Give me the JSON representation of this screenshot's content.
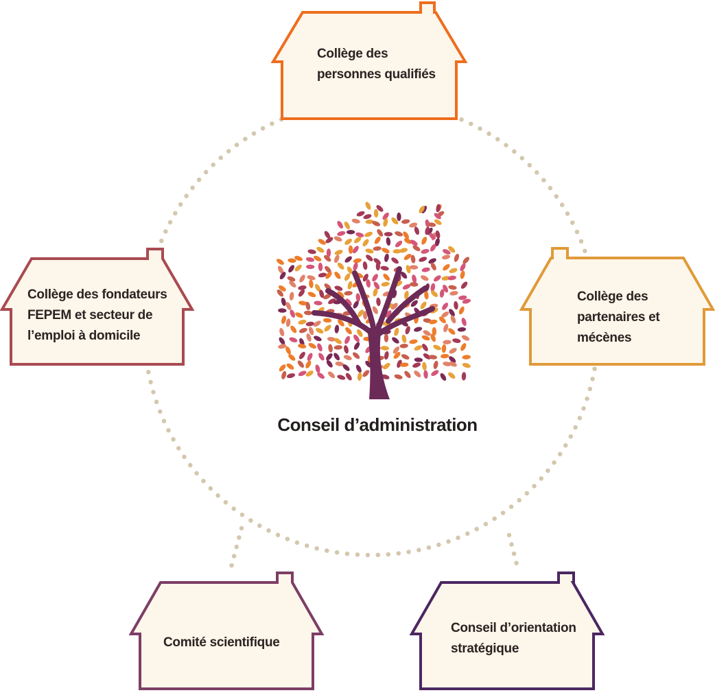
{
  "diagram": {
    "center": {
      "title": "Conseil d’administration",
      "icon": "tree-in-house-icon",
      "leaf_colors": [
        "#e8a23a",
        "#ed7d2c",
        "#c85f4e",
        "#a33a56",
        "#7a2a55",
        "#e1836a",
        "#d4567a"
      ],
      "trunk_color": "#6b2a57"
    },
    "ring_color": "#d3c7ad",
    "house_fill": "#fdf6ea",
    "houses": [
      {
        "id": "qualified",
        "label_lines": [
          "Collège des",
          "personnes qualifiés"
        ],
        "color": "#ee6d1e"
      },
      {
        "id": "partners",
        "label_lines": [
          "Collège des",
          "partenaires et",
          "mécènes"
        ],
        "color": "#e09a3a"
      },
      {
        "id": "founders",
        "label_lines": [
          "Collège des fondateurs",
          "FEPEM et secteur de",
          "l’emploi à domicile"
        ],
        "color": "#a94a52"
      },
      {
        "id": "scientific",
        "label_lines": [
          "Comité scientifique"
        ],
        "color": "#7c3e66"
      },
      {
        "id": "orientation",
        "label_lines": [
          "Conseil d’orientation",
          "stratégique"
        ],
        "color": "#4b2761"
      }
    ]
  }
}
